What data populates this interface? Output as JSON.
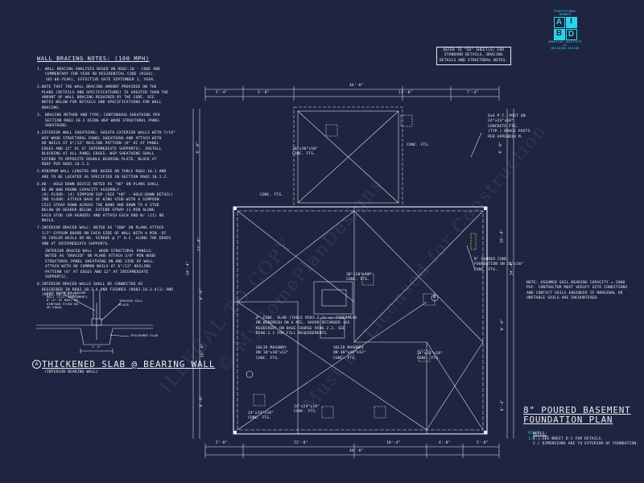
{
  "logo": {
    "top_text": "PROFESSIONAL MEMBER",
    "letters": [
      "A",
      "I",
      "B",
      "D"
    ],
    "bottom_text": [
      "AMERICAN INSTITUTE",
      "of",
      "BUILDING DESIGN"
    ],
    "color": "#2ad4e8"
  },
  "wall_bracing": {
    "title": "WALL BRACING NOTES: (100 MPH)",
    "notes": [
      [
        "1.",
        "WALL BRACING ANALYSIS BASED ON R602.10 - CODE AND",
        "COMMENTARY FOR YEAR 90 RESIDENTIAL CODE (R164).",
        "(05-06-YEAR), EFFECTIVE DATE SEPTEMBER 1, YEAR."
      ],
      [
        "2.",
        "NOTE THAT THE WALL BRACING AMOUNT PROVIDED ON THE",
        "PLANS (DETAILS AND SPECIFICATIONS) IS GREATER THAN THE",
        "AMOUNT OF WALL BRACING REQUIRED BY THE CODE. SEE",
        "NOTES BELOW FOR DETAILS AND SPECIFICATIONS FOR WALL",
        "BRACING."
      ],
      [
        "3.",
        "BRACING METHOD AND TYPE: CONTINUOUS SHEATHING PER",
        "SECTION R602.10.3 USING WSP WOOD STRUCTURAL PANEL",
        "SHEATHING."
      ],
      [
        "4.",
        "EXTERIOR WALL SHEATHING: SHEATH EXTERIOR WALLS WITH 7/16\"",
        "WSP WOOD STRUCTURAL PANEL SHEATHING AND ATTACH WITH",
        "8D NAILS AT 6\"/12\" NAILING PATTERN (6\" OC AT PANEL",
        "EDGES AND 12\" OC AT INTERMEDIATE SUPPORTS). INSTALL",
        "BLOCKING AT ALL PANEL EDGES. WSP SHEATHING SHALL",
        "EXTEND TO OPPOSITE DOUBLE BEARING PLATE, BLOCK AT",
        "ROOF PER R602.10.3.3."
      ],
      [
        "5.",
        "MINIMUM WALL LENGTHS ARE BASED ON TABLE R602.10.1 AND",
        "ARE TO BE LOCATED AS SPECIFIED IN SECTION R602.10.1.2."
      ],
      [
        "6.",
        "HD - HOLD DOWN DEVICE NOTED AS \"HD\" ON PLANS SHALL",
        "BE AN 800 POUND CAPACITY ASSEMBLY.",
        "(A) FLOOR: (4) SIMPSON SSP (SEE \"HD\" - HOLD-DOWN DETAIL)",
        "2ND FLOOR: ATTACH BASE OF KING STUD WITH A SIMPSON",
        "CS22 STRAP DOWN ACROSS THE BAND AND DOWN TO A STUD",
        "BELOW OR HEADER BELOW. EXTEND STRAP 11 MIN ALONG",
        "EACH STUD (OR HEADER) AND ATTACH EACH END W/ (11) 8D",
        "NAILS."
      ],
      [
        "7.",
        "INTERIOR BRACED WALL: NOTED AS \"IBW\" ON PLANS ATTACH",
        "1/2\" GYPSUM BOARD ON EACH SIDE OF WALL WITH A MIN. OF",
        "5D COOLER NAILS OR NO. SCREWS @ 7\" O.C. ALONG THE EDGES",
        "AND AT INTERMEDIATE SUPPORTS."
      ],
      [
        "",
        "INTERIOR BRACED WALL - WOOD STRUCTURAL PANELS:",
        "NOTED AS \"BRACED\" ON PLANS ATTACH 3/8\" MIN WOOD",
        "STRUCTURAL PANEL SHEATHING ON ONE SIDE OF WALL.",
        "ATTACH WITH 6D COMMON NAILS AT 6\"/12\" NAILING",
        "PATTERN (6\" AT EDGES AND 12\" AT INTERMEDIATE",
        "SUPPORTS)."
      ],
      [
        "8.",
        "INTERIOR BRACED WALLS SHALL BE CONNECTED AS",
        "DESCRIBED IN R602.10.3.4 AND FIGURES (R602.10.3.4(1) AND",
        "(R602.10.3.4(2)."
      ]
    ]
  },
  "detail": {
    "labels": {
      "anchor": "1/2\" DIAMETER ANCHOR\nBOLT (1/2\" EMBEDMENT)\n6'-0\" OC MAX; OR\nSIMPSON TITEN HD\nOR EQUAL",
      "sill": "TREATED SILL\nPLATE",
      "slab_label": "THICKENED SLAB",
      "dim": "1'-4\""
    },
    "bubble": "A",
    "title": "THICKENED SLAB @ BEARING WALL",
    "subtitle": "(INTERIOR BEARING WALL)"
  },
  "refer_box": "REFER TO \"SD\" SHEET(S) FOR\nSTANDARD DETAILS, BRACING\nDETAILS AND STRUCTURAL NOTES.",
  "plan": {
    "overall_width": "44'-8\"",
    "overall_depth": "34'-4\"",
    "top_dims": [
      "5'-4\"",
      "5'-8\"",
      "11'-8\"",
      "7'-4\""
    ],
    "bottom_dims": [
      "5'-8\"",
      "22'-8\"",
      "10'-4\"",
      "4'-8\"",
      "5'-8\""
    ],
    "left_dims": [
      "6'-8\"",
      "12'-0\"",
      "16'-6\"",
      "8'-8\"",
      "8'-0\""
    ],
    "right_dims": [
      "6'-8\"",
      "18'-8\"",
      "9'-0\"",
      "8'-4\""
    ],
    "footings": [
      "30\"x30\"x10\"\nCONC. FTG.",
      "30\"x30\"x10\"\nCONC. FTG.",
      "24\"x24\"x10\"\nCONC. FTG.",
      "24\"x24\"x10\"\nCONC. FTG.",
      "24\"x24\"x10\"\nCONC. FTG."
    ],
    "masonry": [
      "SOLID MASONRY\nON 18\"x18\"x12\"\nCONC. FTG.",
      "SOLID MASONRY\nON 48\"x48\"x12\"\nCONC. FTG."
    ],
    "slab_note": "4\" CONC. SLAB (TABLE R503.2.1) w/ FIBERMESH\nOR WIREMESH ON A MIL. VAPOR RETARDER (AS\nREQUIRED) ON BASE COURSE R506.2.2. SEE\nR506.2.1 FOR FILL REQUIREMENTS.",
    "side_labels": [
      "CONC. FTG.",
      "CONC. FTG."
    ],
    "bubble": "A",
    "post_note": "6x6 P.T. POST ON\n24\"x24\"x10\"\nCONCRETE FTG.\n(TYP.) BRACE POSTS\nPER APPENDIX M.",
    "found_note": "8\" POURED CONC.\nFOUNDATION ON 20\"x10\"\nCONC. FTG.",
    "soil_note": "NOTE: ASSUMED SOIL BEARING CAPACITY = 2000\nPSF. CONTRACTOR MUST VERIFY SITE CONDITIONS\nAND CONTACT SOILS ENGINEER IF MARGINAL OR\nUNSTABLE SOILS ARE ENCOUNTERED."
  },
  "title_block": {
    "title_line1": "8\" POURED BASEMENT",
    "title_line2": "FOUNDATION PLAN",
    "scale_label": "SCALE:",
    "scale_value": "1/8\" = 1'-0\"",
    "notes_heading": "NOTES:",
    "notes": [
      "1.) SEE SHEET D-1 FOR DETAILS.",
      "2.) DIMENSIONS ARE TO EXTERIOR OF FOUNDATION."
    ],
    "accent": "#2ad4e8"
  },
  "watermark": [
    "ILLEGAL TO COPY",
    "© MyHomePlanDesigns",
    "Must Be Licensed for Construction"
  ]
}
